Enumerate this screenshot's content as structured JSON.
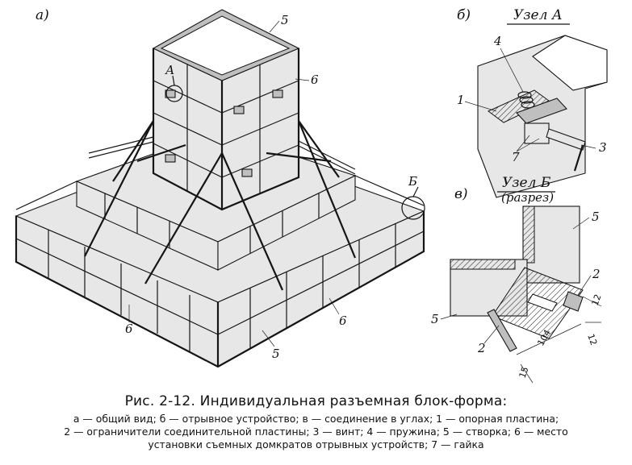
{
  "panels": {
    "a": "а)",
    "b": "б)",
    "v": "в)"
  },
  "node_a": {
    "title": "Узел А",
    "marker": "А"
  },
  "node_b": {
    "title": "Узел Б",
    "subtitle": "(разрез)",
    "marker": "Б"
  },
  "main_view_labels": {
    "top_5": "5",
    "right_6": "6",
    "bottom_6_left": "6",
    "bottom_6_right": "6",
    "bottom_5": "5"
  },
  "detail_a_labels": {
    "n1": "1",
    "n3": "3",
    "n4": "4",
    "n7": "7"
  },
  "detail_b_labels": {
    "n5_top": "5",
    "n5_left": "5",
    "n2_top": "2",
    "n2_bottom": "2",
    "dim_12a": "12",
    "dim_12b": "12",
    "dim_104": "104",
    "dim_15": "15"
  },
  "caption": {
    "title": "Рис. 2-12. Индивидуальная разъемная блок-форма:",
    "line1": "а — общий вид; б — отрывное устройство; в — соединение в углах; 1 — опорная пластина;",
    "line2": "2 — ограничители соединительной пластины; 3 — винт; 4 — пружина; 5 — створка; 6 — место",
    "line3": "установки съемных домкратов отрывных устройств; 7 — гайка"
  }
}
